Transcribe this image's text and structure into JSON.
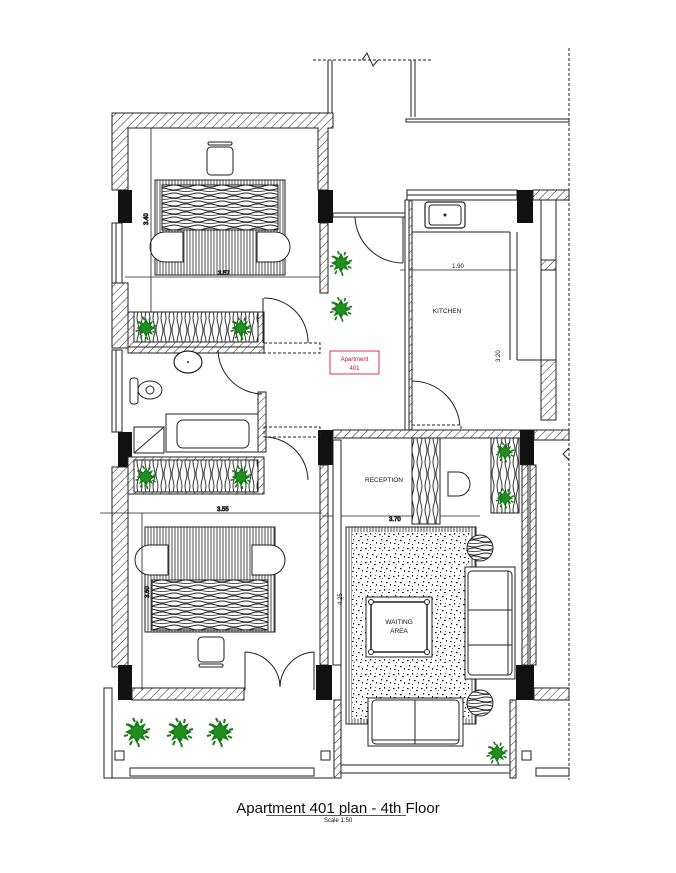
{
  "drawing": {
    "title": "Apartment 401 plan - 4th Floor",
    "scale": "Scale 1:50",
    "unit_tag": {
      "line1": "Apartment",
      "line2": "401",
      "color": "#e0314b"
    }
  },
  "rooms": [
    {
      "id": "bedroom-1",
      "label": ""
    },
    {
      "id": "bathroom",
      "label": ""
    },
    {
      "id": "bedroom-2",
      "label": ""
    },
    {
      "id": "kitchen",
      "label": "KITCHEN"
    },
    {
      "id": "reception",
      "label": "RECEPTION"
    },
    {
      "id": "waiting-area",
      "label_line1": "WAITING",
      "label_line2": "AREA"
    },
    {
      "id": "balcony",
      "label": ""
    }
  ],
  "dimensions": {
    "bedroom1_height": "3.40",
    "bedroom1_width": "3.57",
    "kitchen_width": "1.90",
    "kitchen_height": "3.20",
    "bedroom2_width": "3.55",
    "living_width": "3.70",
    "bedroom2_height": "3.60",
    "living_height": "4.25"
  },
  "colors": {
    "wall": "#111111",
    "hatch": "#222222",
    "plant": "#1a7a1a",
    "tag": "#e0314b"
  }
}
